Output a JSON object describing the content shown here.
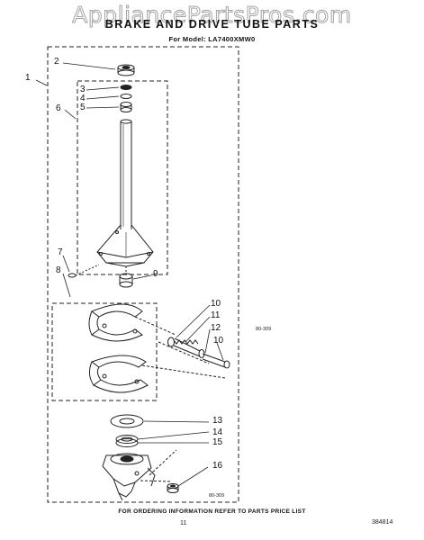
{
  "watermark": "AppliancePartsPros.com",
  "title": "BRAKE AND DRIVE TUBE PARTS",
  "subtitle": "For Model: LA7400XMW0",
  "callouts": [
    "1",
    "2",
    "3",
    "4",
    "5",
    "6",
    "7",
    "8",
    "9",
    "10",
    "11",
    "12",
    "10",
    "13",
    "14",
    "15",
    "16"
  ],
  "drawing_codes": [
    "80-309",
    "80-309"
  ],
  "footer": "FOR ORDERING INFORMATION REFER TO PARTS PRICE LIST",
  "page_number": "11",
  "doc_number": "384814"
}
